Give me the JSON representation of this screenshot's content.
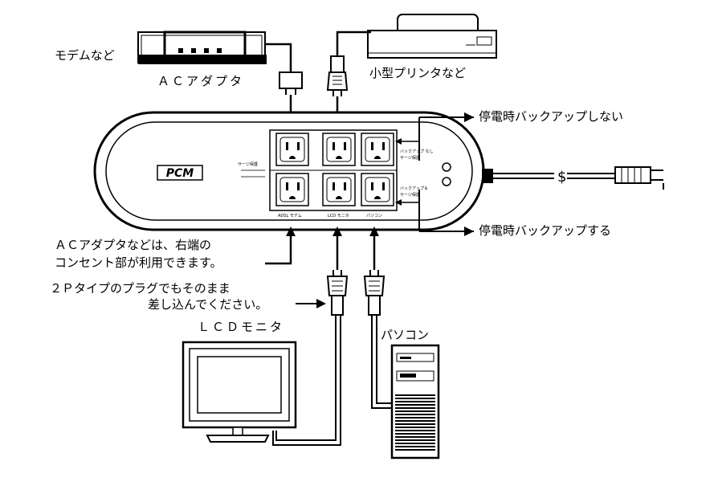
{
  "labels": {
    "modem": "モデムなど",
    "ac_adapter": "ＡＣアダプタ",
    "small_printer": "小型プリンタなど",
    "no_backup": "停電時バックアップしない",
    "backup": "停電時バックアップする",
    "ac_note_line1": "ＡＣアダプタなどは、右端の",
    "ac_note_line2": "コンセント部が利用できます。",
    "plug_note_line1": "２Ｐタイプのプラグでもそのまま",
    "plug_note_line2": "差し込んでください。",
    "lcd_monitor": "ＬＣＤモニタ",
    "pc": "パソコン"
  },
  "device": {
    "logo": "PCM",
    "outlet_top_label": "バックアップ なし",
    "outlet_top_label_sub": "サージ保護",
    "outlet_bottom_label": "バックアップ＆",
    "outlet_bottom_label_sub": "サージ保護",
    "side_label": "サージ保護",
    "outlet_captions": [
      "ADSL モデム",
      "LCD モニタ",
      "パソコン"
    ]
  },
  "colors": {
    "line": "#000000",
    "background": "#ffffff",
    "cable_fill": "#ffffff"
  }
}
